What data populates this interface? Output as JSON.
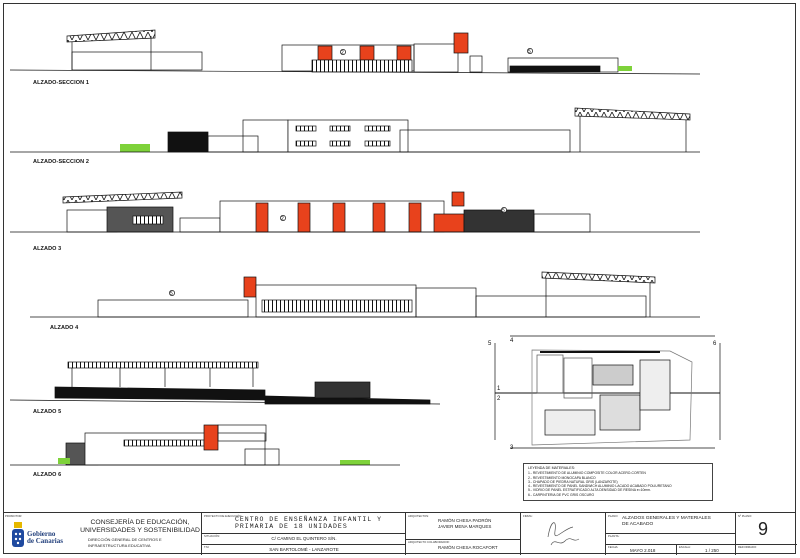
{
  "elevations": [
    {
      "label": "ALZADO-SECCION 1"
    },
    {
      "label": "ALZADO-SECCION 2"
    },
    {
      "label": "ALZADO 3"
    },
    {
      "label": "ALZADO 4"
    },
    {
      "label": "ALZADO 5"
    },
    {
      "label": "ALZADO 6"
    }
  ],
  "material_tags": [
    "1",
    "2",
    "3",
    "4",
    "5",
    "6"
  ],
  "site_plan": {
    "section_marks": [
      "1",
      "2",
      "3",
      "4",
      "5",
      "6"
    ]
  },
  "legend": {
    "title": "LEYENDA DE MATERIALES:",
    "items": [
      "1.- REVESTIMIENTO DE ALUMINIO COMPOSITE COLOR ACERO-CORTEN",
      "2.- REVESTIMIENTO MONOCAPA BLANCO",
      "3.- CHAPADO DE PIEDRA NATURAL GRIS (LANZAROTE)",
      "4.- REVESTIMIENTO DE PANEL SANDWICH ALUMINIO LACADO ACABADO POLIURETANO",
      "5.- VIDRIO DE PANEL ESTRATIFICADO ALTA DENSIDAD DE RESINA e=10mm.",
      "6.- CARPINTERIA DE PVC GRIS OSCURO"
    ]
  },
  "title_block": {
    "promotor_caption": "PROMOTOR:",
    "logo_text": [
      "Gobierno",
      "de Canarias"
    ],
    "consejeria": [
      "CONSEJERÍA DE EDUCACIÓN,",
      "UNIVERSIDADES Y SOSTENIBILIDAD"
    ],
    "direccion": [
      "DIRECCIÓN GENERAL DE CENTROS E",
      "INFRAESTRUCTURA EDUCATIVA"
    ],
    "proyecto_caption": "PROYECTO DE EJECUCIÓN:",
    "proyecto": [
      "CENTRO DE ENSEÑANZA INFANTIL Y",
      "PRIMARIA DE 18 UNIDADES"
    ],
    "situacion_caption": "SITUACIÓN:",
    "situacion": "C/ CAMINO EL QUINTERO S/N.",
    "tm_caption": "T.M:",
    "tm": "SAN BARTOLOMÉ - LANZAROTE",
    "arquitectos_caption": "ARQUITECTOS:",
    "arquitectos": [
      "RAMÓN CHESA PADRÓN",
      "JAVIER MENA MARQUES"
    ],
    "colaborador_caption": "ARQUITECTO COLABORADOR:",
    "colaborador": "RAMÓN CHESA ROCAFORT",
    "firma_caption": "FIRMA:",
    "plano_caption": "PLANO:",
    "plano": [
      "ALZADOS GENERALES Y MATERIALES",
      "DE ACABADO"
    ],
    "planta_caption": "PLANTA:",
    "fecha_caption": "FECHA:",
    "fecha": "MAYO 2.018",
    "escala_caption": "ESCALA:",
    "escala": "1 / 250",
    "num_plano_caption": "Nº PLANO:",
    "num_plano": "9",
    "reformado_caption": "REFORMADO:"
  },
  "colors": {
    "accent": "#e8421c",
    "ink": "#111111",
    "grey": "#8a8a8a",
    "plant": "#7ed23a"
  }
}
